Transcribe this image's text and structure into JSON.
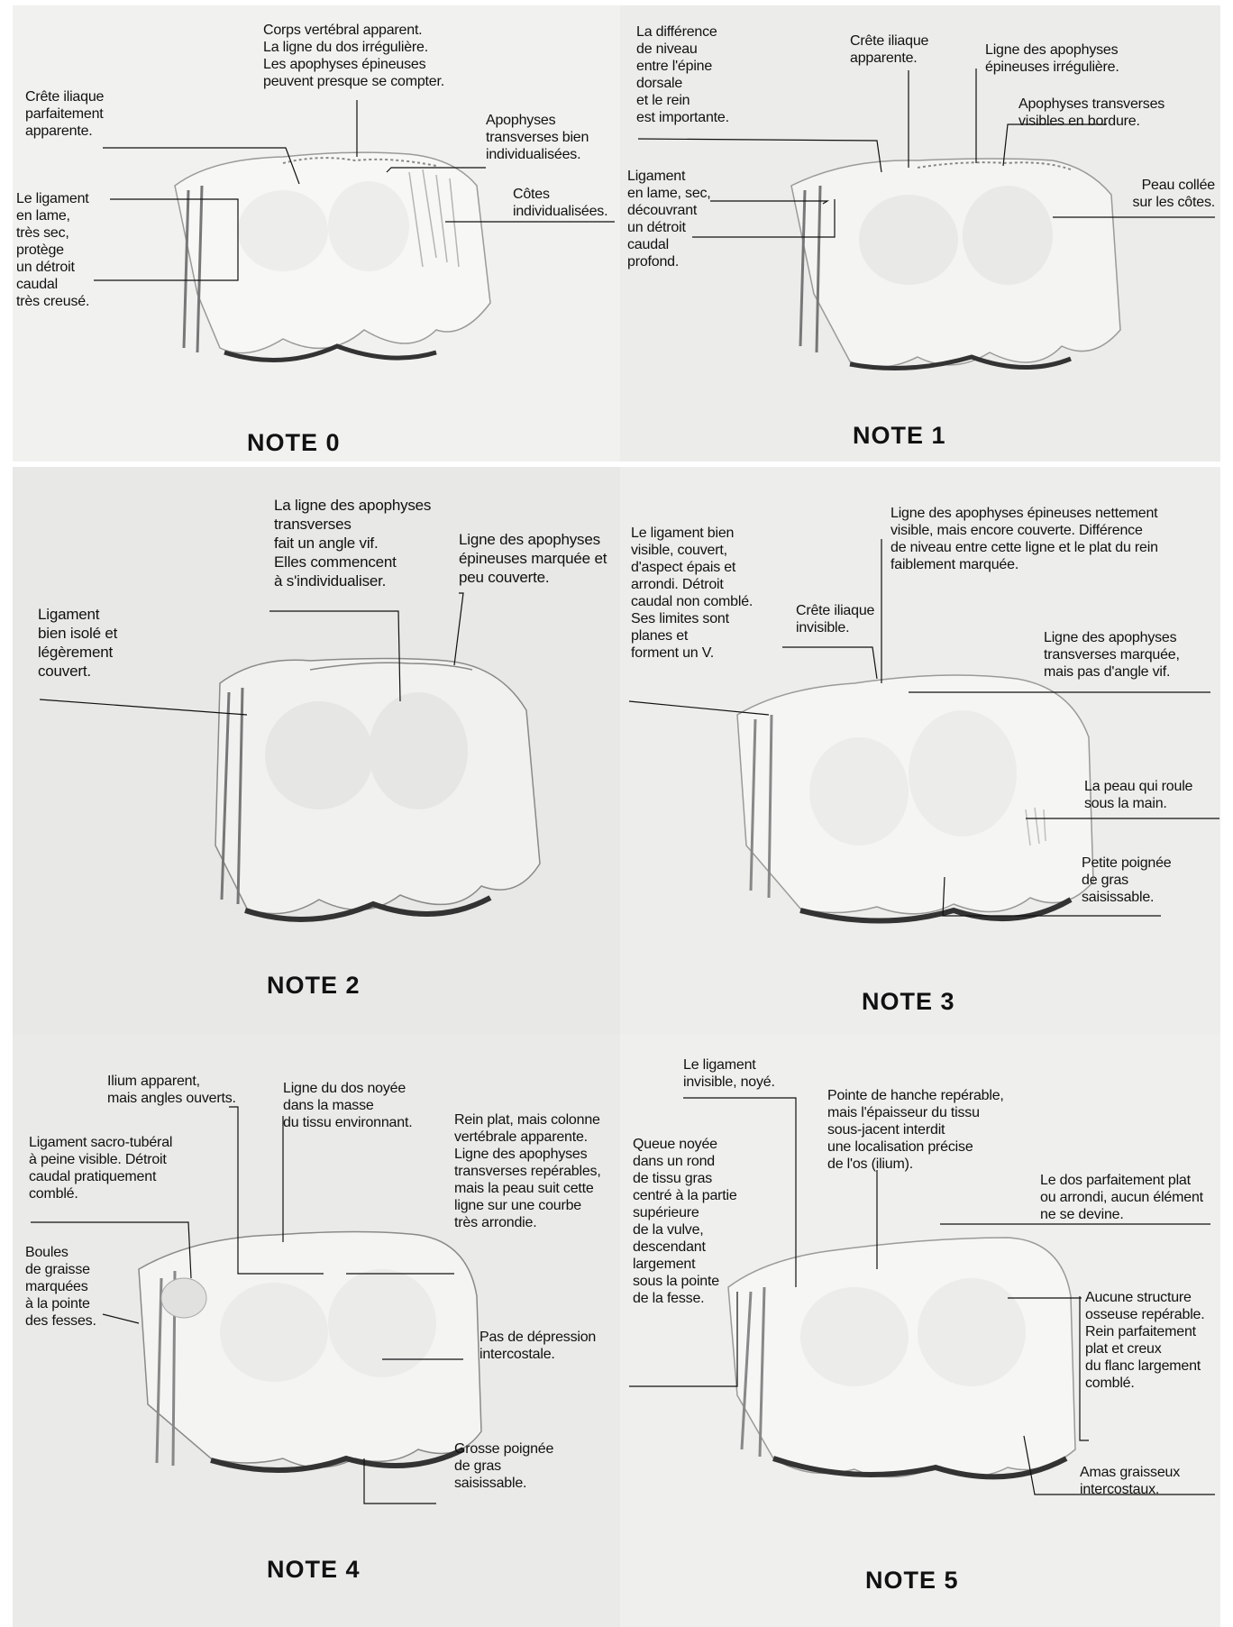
{
  "panels": [
    {
      "title": "NOTE 0",
      "labels": [
        "Corps vertébral apparent.\nLa ligne du dos irrégulière.\nLes apophyses épineuses\npeuvent presque se compter.",
        "Crête iliaque\nparfaitement\napparente.",
        "Apophyses\ntransverses bien\nindividualisées.",
        "Côtes\nindividualisées.",
        "Le ligament\nen lame,\ntrès sec,\nprotège\nun détroit\ncaudal\ntrès creusé."
      ]
    },
    {
      "title": "NOTE 1",
      "labels": [
        "La différence\nde niveau\nentre l'épine\ndorsale\net le rein\nest importante.",
        "Crête iliaque\napparente.",
        "Ligne des apophyses\népineuses irrégulière.",
        "Apophyses transverses\nvisibles en bordure.",
        "Ligament\nen lame, sec,\ndécouvrant\nun détroit\ncaudal\nprofond.",
        "Peau collée\nsur les côtes."
      ]
    },
    {
      "title": "NOTE 2",
      "labels": [
        "La ligne des apophyses\ntransverses\nfait un angle vif.\nElles commencent\nà s'individualiser.",
        "Ligne des apophyses\népineuses marquée et\npeu couverte.",
        "Ligament\nbien isolé et\nlégèrement\ncouvert."
      ]
    },
    {
      "title": "NOTE 3",
      "labels": [
        "Le ligament bien\nvisible, couvert,\nd'aspect épais et\narrondi. Détroit\ncaudal non comblé.\nSes limites sont\nplanes et\nforment un V.",
        "Ligne des apophyses épineuses nettement\nvisible, mais encore couverte. Différence\nde niveau entre cette ligne et le plat du rein\nfaiblement marquée.",
        "Crête iliaque\ninvisible.",
        "Ligne des apophyses\ntransverses marquée,\nmais pas d'angle vif.",
        "La peau qui roule\nsous la main.",
        "Petite poignée\nde gras\nsaisissable."
      ]
    },
    {
      "title": "NOTE 4",
      "labels": [
        "Ilium apparent,\nmais angles ouverts.",
        "Ligne du dos noyée\ndans la masse\ndu tissu environnant.",
        "Ligament sacro-tubéral\nà peine visible. Détroit\ncaudal pratiquement\ncomblé.",
        "Rein plat, mais colonne\nvertébrale apparente.\nLigne des apophyses\ntransverses repérables,\nmais la peau suit cette\nligne sur une courbe\ntrès arrondie.",
        "Boules\nde graisse\nmarquées\nà la pointe\ndes fesses.",
        "Pas de dépression\nintercostale.",
        "Grosse poignée\nde gras\nsaisissable."
      ]
    },
    {
      "title": "NOTE 5",
      "labels": [
        "Le ligament\ninvisible, noyé.",
        "Pointe de hanche repérable,\nmais l'épaisseur du tissu\nsous-jacent interdit\nune localisation précise\nde l'os (ilium).",
        "Queue noyée\ndans un rond\nde tissu gras\ncentré à la partie\nsupérieure\nde la vulve,\ndescendant\nlargement\nsous la pointe\nde la fesse.",
        "Le dos parfaitement plat\nou arrondi, aucun élément\nne se devine.",
        "Aucune structure\nosseuse repérable.\nRein parfaitement\nplat et creux\ndu flanc largement\ncomblé.",
        "Amas graisseux\nintercostaux."
      ]
    }
  ]
}
